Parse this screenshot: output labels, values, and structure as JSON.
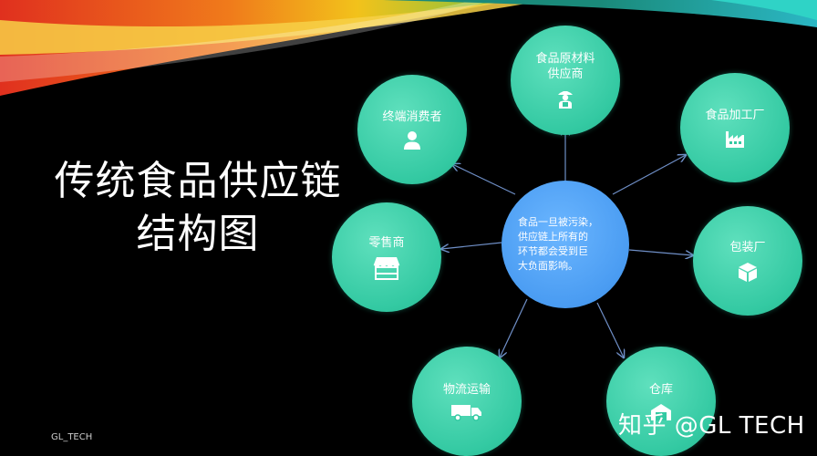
{
  "title_line1": "传统食品供应链",
  "title_line2": "结构图",
  "center_text": "食品一旦被污染，\n供应链上所有的\n环节都会受到巨\n大负面影响。",
  "nodes": {
    "raw_material": {
      "line1": "食品原材料",
      "line2": "供应商",
      "icon": "farmer-icon"
    },
    "processing": {
      "label": "食品加工厂",
      "icon": "factory-icon"
    },
    "packaging": {
      "label": "包装厂",
      "icon": "box-icon"
    },
    "warehouse": {
      "label": "仓库",
      "icon": "warehouse-icon"
    },
    "logistics": {
      "label": "物流运输",
      "icon": "truck-icon"
    },
    "retailer": {
      "label": "零售商",
      "icon": "store-icon"
    },
    "consumer": {
      "label": "终端消费者",
      "icon": "person-icon"
    }
  },
  "footer": "GL_TECH",
  "watermark": "知乎 @GL TECH",
  "colors": {
    "node": "#33c9a2",
    "center": "#4a9cf2",
    "arrow": "#6f8fc7",
    "background": "#000000"
  }
}
